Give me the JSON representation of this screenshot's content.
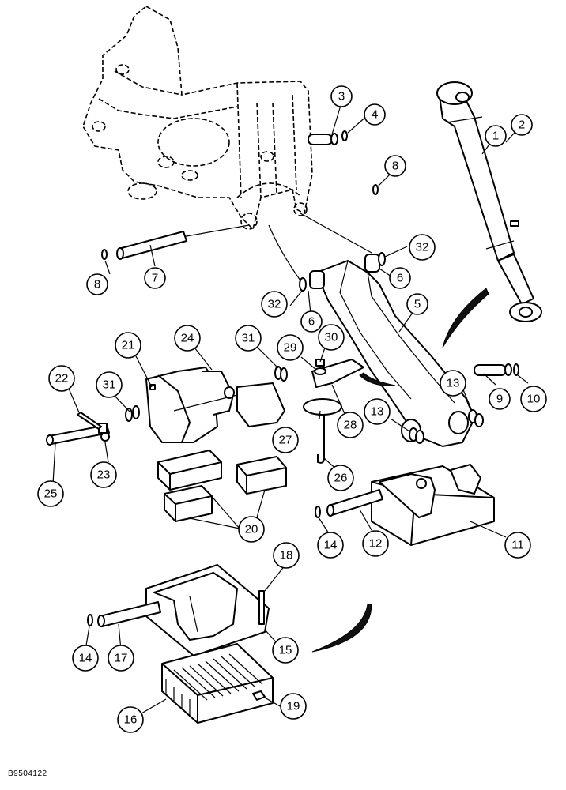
{
  "figure_id": "B9504122",
  "callouts": [
    "1",
    "2",
    "3",
    "4",
    "5",
    "6",
    "6",
    "7",
    "8",
    "8",
    "9",
    "10",
    "11",
    "12",
    "13",
    "13",
    "14",
    "14",
    "15",
    "16",
    "17",
    "18",
    "19",
    "20",
    "21",
    "22",
    "23",
    "24",
    "25",
    "26",
    "27",
    "28",
    "29",
    "30",
    "31",
    "31",
    "32",
    "32"
  ]
}
